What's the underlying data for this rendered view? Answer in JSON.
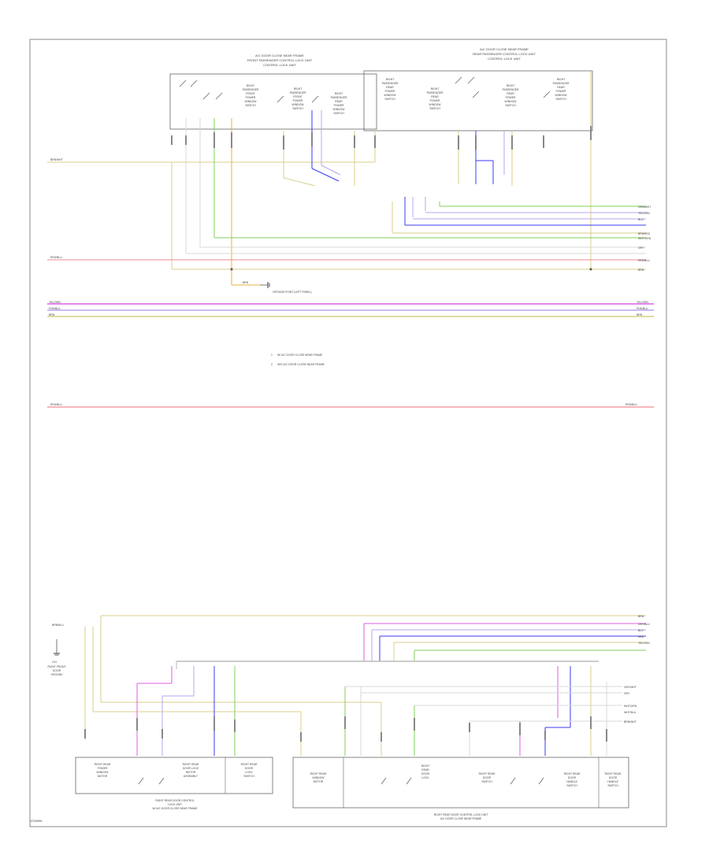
{
  "diagram": {
    "top_left_panel": {
      "title_line1": "A/C DOOR CLOSE NEAR FRAME",
      "title_line2": "FRONT PASSENGER CONTROL LOCK UNIT",
      "title_line3": "CONTROL LOCK UNIT",
      "switch_labels": [
        [
          "RIGHT",
          "PASSENGER",
          "FRONT",
          "POWER",
          "WINDOW",
          "SWITCH"
        ],
        [
          "RIGHT",
          "PASSENGER",
          "FRONT",
          "POWER",
          "WINDOW",
          "SWITCH"
        ],
        [
          "RIGHT",
          "PASSENGER",
          "REAR",
          "POWER",
          "WINDOW",
          "SWITCH"
        ]
      ]
    },
    "top_right_panel": {
      "title_line1": "A/C DOOR CLOSE NEAR FRAME",
      "title_line2": "REAR PASSENGER CONTROL LOCK UNIT",
      "title_line3": "CONTROL LOCK UNIT",
      "switch_labels": [
        [
          "RIGHT",
          "PASSENGER",
          "REAR",
          "POWER",
          "WINDOW",
          "SWITCH"
        ],
        [
          "RIGHT",
          "PASSENGER",
          "REAR",
          "POWER",
          "WINDOW",
          "SWITCH"
        ],
        [
          "RIGHT",
          "PASSENGER",
          "REAR",
          "POWER",
          "WINDOW",
          "SWITCH"
        ]
      ]
    },
    "left_wire_labels": [
      "BRN/WHT",
      "RED/BLU",
      "YEL/GRN",
      "PNK/BLU",
      "BRN",
      "RED/BLU"
    ],
    "right_wire_labels_upper": [
      "GRN/WHT",
      "YEL/GRN",
      "BLU",
      "BRN/RED",
      "WHT/GRN",
      "GRY",
      "RED/BLU",
      "BRN"
    ],
    "right_wire_labels_mid": [
      "YEL/GRN",
      "PNK/BLU",
      "BRN"
    ],
    "right_wire_label_long": "RED/BLU",
    "ground_note": "GROUND POINT (LEFT PANEL)",
    "ground_wire": "BRN",
    "legend": [
      "W/ A/C DOOR CLOSE NEAR FRAME",
      "W/O A/C DOOR CLOSE NEAR FRAME"
    ],
    "bottom_left_wire": "BRN/BLU",
    "bottom_right_wire_labels": [
      "BRN",
      "GRY/BLU",
      "BLU",
      "RED",
      "YEL/GRN"
    ],
    "bottom_right_side_labels": [
      "GRY/WHT",
      "GRY",
      "WHT/GRN",
      "WHT/BLU",
      "BRN/WHT"
    ],
    "bottom_ground_label": "G11",
    "bottom_ground_desc": [
      "RIGHT FRONT",
      "DOOR",
      "GROUND"
    ],
    "module_left": {
      "cells": [
        [
          "RIGHT REAR",
          "POWER",
          "WINDOW",
          "MOTOR"
        ],
        [
          "RIGHT REAR",
          "DOOR LOCK",
          "MOTOR",
          "ASSEMBLY"
        ],
        [
          "RIGHT REAR",
          "DOOR",
          "LOCK",
          "SWITCH"
        ]
      ],
      "caption": [
        "RIGHT REAR DOOR CONTROL",
        "LOCK UNIT",
        "W/ A/C DOOR CLOSE NEAR FRAME"
      ]
    },
    "module_right": {
      "cells": [
        [
          "RIGHT REAR",
          "WINDOW",
          "MOTOR"
        ],
        [
          "RIGHT",
          "REAR",
          "DOOR",
          "LOCK"
        ],
        [
          "RIGHT REAR",
          "DOOR",
          "SWITCH"
        ],
        [
          "RIGHT REAR",
          "DOOR",
          "HANDLE",
          "SWITCH"
        ]
      ],
      "caption": [
        "RIGHT REAR DOOR CONTROL LOCK UNIT",
        "A/C DOOR CLOSE NEAR FRAME"
      ]
    },
    "figure_ref": "1234056",
    "colors": {
      "yellow": "#d8cf8a",
      "red": "#f28a94",
      "green": "#7fd15a",
      "blue": "#3b3bf0",
      "lavender": "#b9a4f0",
      "magenta": "#e15ee6",
      "gray": "#c8c8c8",
      "frame": "#8a8a8a"
    }
  }
}
